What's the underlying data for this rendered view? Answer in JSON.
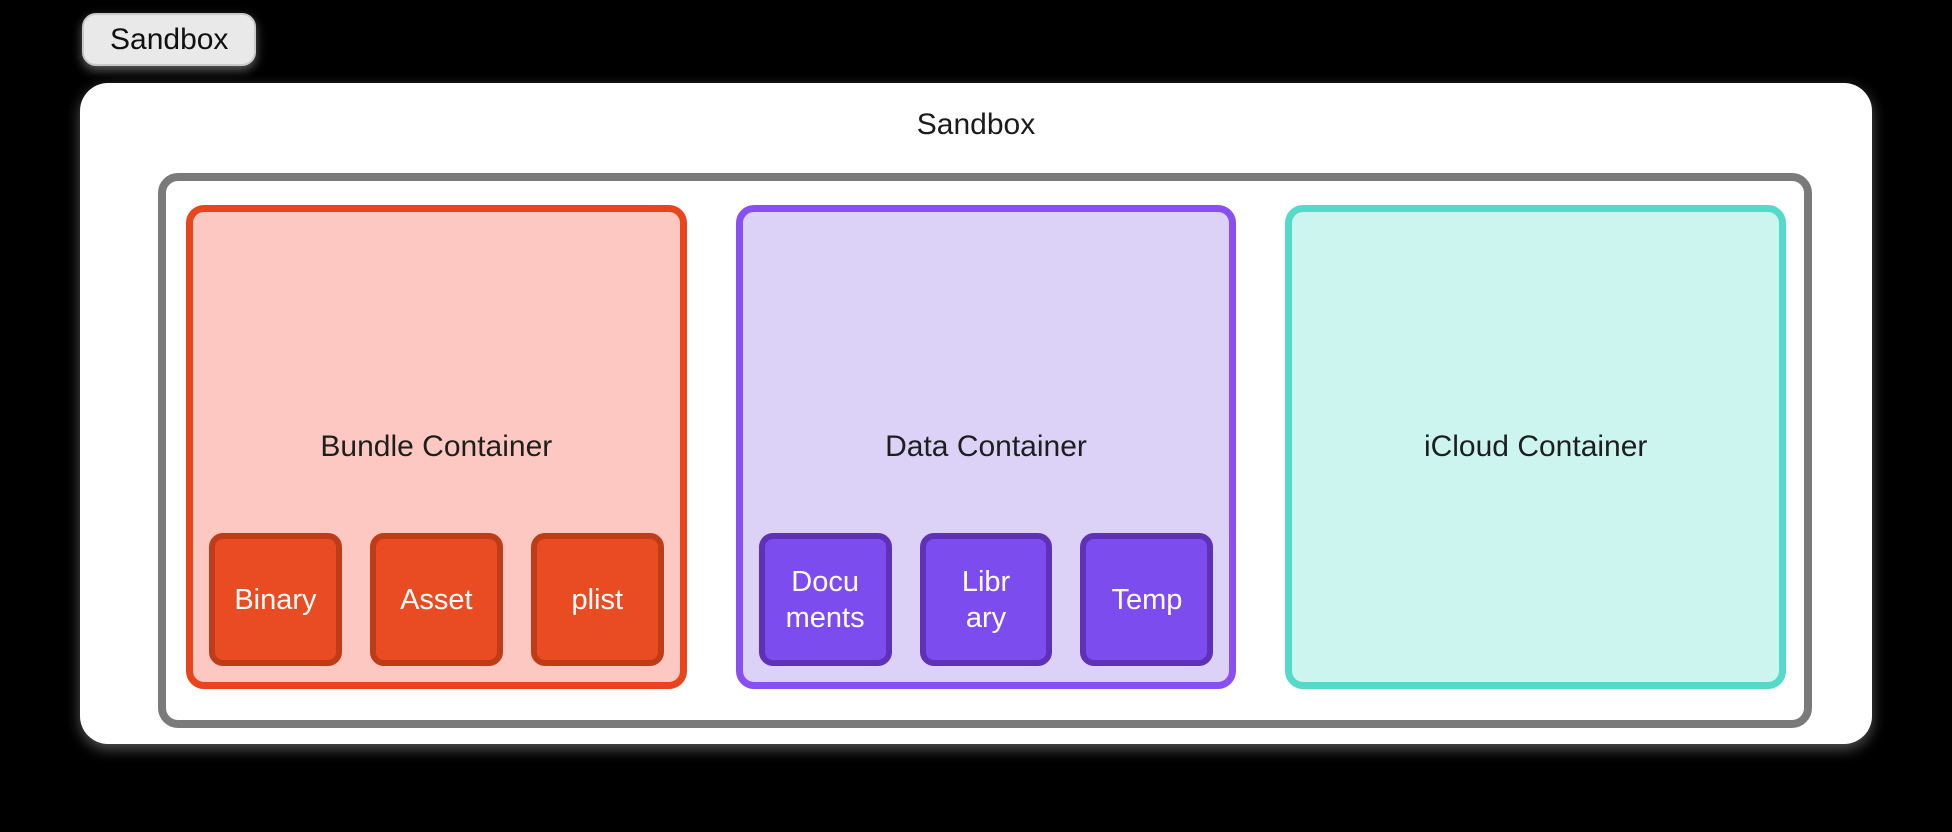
{
  "tab": {
    "label": "Sandbox"
  },
  "diagram": {
    "title": "Sandbox",
    "groups": [
      {
        "label": "Bundle Container",
        "nodes": [
          {
            "label": "Binary"
          },
          {
            "label": "Asset"
          },
          {
            "label": "plist"
          }
        ]
      },
      {
        "label": "Data Container",
        "nodes": [
          {
            "label": "Docu\nments"
          },
          {
            "label": "Libr\nary"
          },
          {
            "label": "Temp"
          }
        ]
      },
      {
        "label": "iCloud Container",
        "nodes": []
      }
    ]
  },
  "palette": {
    "background": "#000000",
    "tab_fill": "#E9E9E9",
    "panel_fill": "#FFFFFF",
    "frame_border": "#7A7A7A",
    "bundle_fill": "#FCC8C1",
    "bundle_border": "#E8451C",
    "bundle_node_fill": "#E94C22",
    "bundle_node_border": "#BF3C18",
    "data_fill": "#DCD2F7",
    "data_border": "#8A4FF2",
    "data_node_fill": "#7D4CEE",
    "data_node_border": "#5E31B6",
    "icloud_fill": "#CDF5EF",
    "icloud_border": "#55D9C8",
    "text_dark": "#1E1E1E",
    "text_light": "#FFFFFF"
  }
}
